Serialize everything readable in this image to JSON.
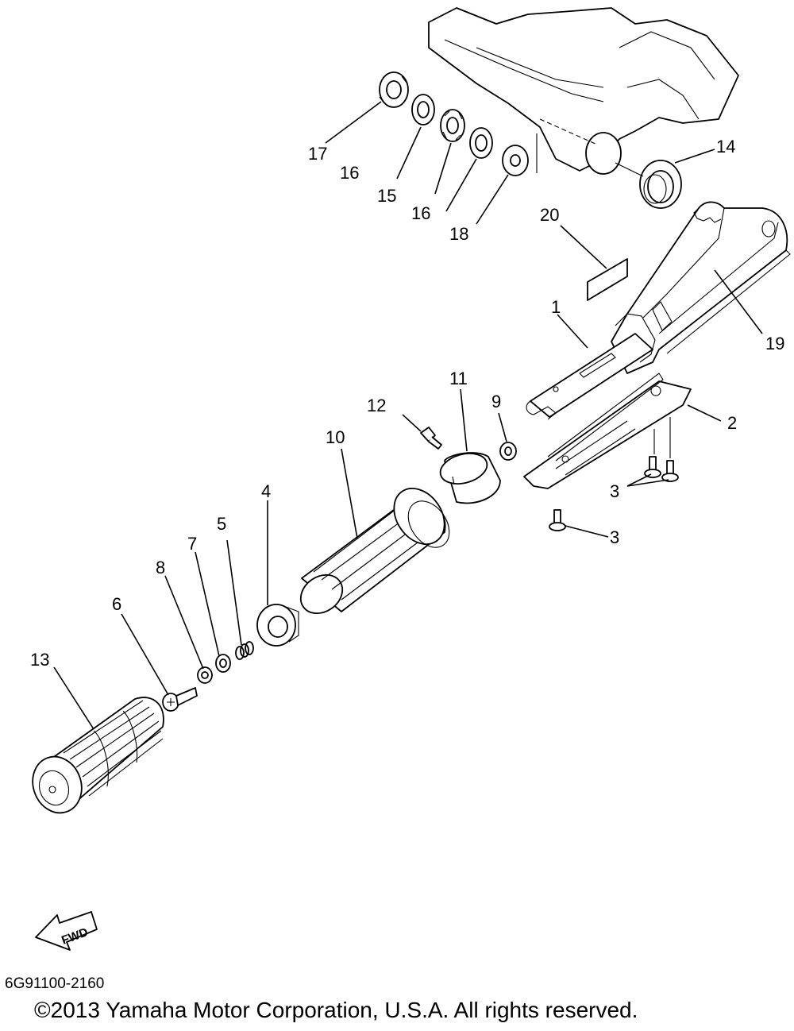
{
  "callouts": [
    "1",
    "2",
    "3",
    "3",
    "4",
    "5",
    "6",
    "7",
    "8",
    "9",
    "10",
    "11",
    "12",
    "13",
    "14",
    "15",
    "16",
    "16",
    "17",
    "18",
    "19",
    "20"
  ],
  "fwd_label": "FWD",
  "diagram_code": "6G91100-2160",
  "copyright": "©2013 Yamaha Motor Corporation, U.S.A. All rights reserved."
}
